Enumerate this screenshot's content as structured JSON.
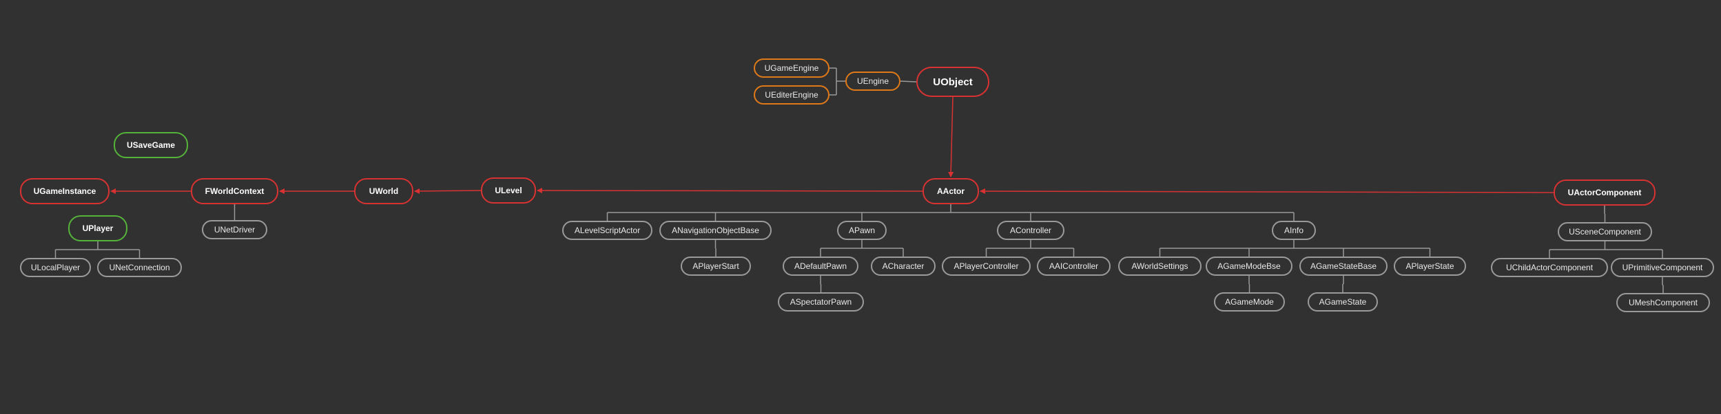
{
  "colors": {
    "background": "#313131",
    "core": "#d93232",
    "engine": "#e07a19",
    "standalone": "#55b33a",
    "plain": "#9a9a9a"
  },
  "nodes": {
    "uobject": "UObject",
    "ugameengine": "UGameEngine",
    "uediterengine": "UEditerEngine",
    "uengine": "UEngine",
    "usavegame": "USaveGame",
    "ugameinstance": "UGameInstance",
    "fworldcontext": "FWorldContext",
    "uworld": "UWorld",
    "ulevel": "ULevel",
    "aactor": "AActor",
    "uactorcomponent": "UActorComponent",
    "uplayer": "UPlayer",
    "ulocalplayer": "ULocalPlayer",
    "unetconnection": "UNetConnection",
    "unetdriver": "UNetDriver",
    "alevelscriptactor": "ALevelScriptActor",
    "anavigationobjectbase": "ANavigationObjectBase",
    "aplayerstart": "APlayerStart",
    "apawn": "APawn",
    "adefaultpawn": "ADefaultPawn",
    "acharacter": "ACharacter",
    "aspectatorpawn": "ASpectatorPawn",
    "acontroller": "AController",
    "aplayercontroller": "APlayerController",
    "aaicontroller": "AAIController",
    "ainfo": "AInfo",
    "aworldsettings": "AWorldSettings",
    "agamemodebse": "AGameModeBse",
    "agamestatebase": "AGameStateBase",
    "aplayerstate": "APlayerState",
    "agamemode": "AGameMode",
    "agamestate": "AGameState",
    "uscenecomponent": "USceneComponent",
    "uchildactorcomponent": "UChildActorComponent",
    "uprimitivecomponent": "UPrimitiveComponent",
    "umeshcomponent": "UMeshComponent"
  }
}
